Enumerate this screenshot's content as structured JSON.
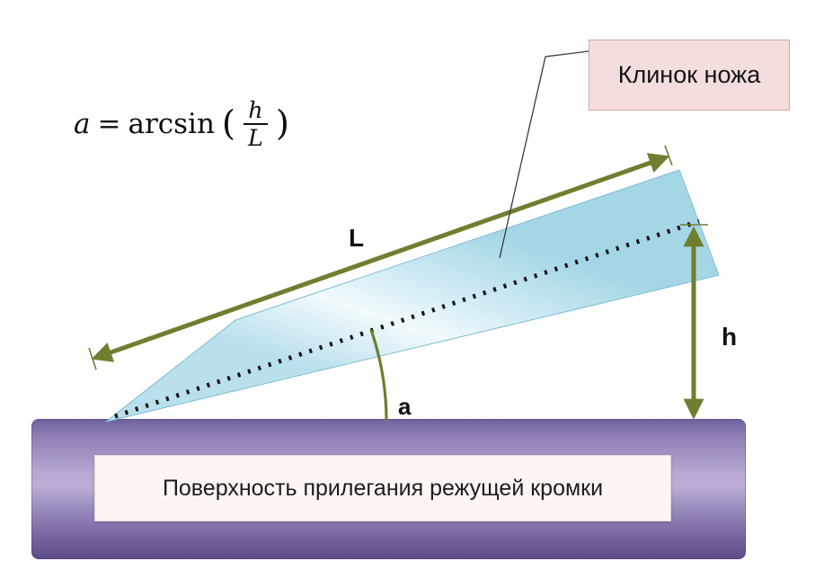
{
  "labels": {
    "blade": "Клинок ножа",
    "surface": "Поверхность прилегания режущей кромки",
    "length": "L",
    "height": "h",
    "angle": "a"
  },
  "formula": {
    "lhs": "a",
    "equals": "=",
    "func": "arcsin",
    "open": "(",
    "numerator": "h",
    "denominator": "L",
    "close": ")"
  },
  "colors": {
    "dimension_arrow": "#6e7f2f",
    "blade_fill_light": "#f2fafc",
    "blade_fill_dark": "#a5d6e6",
    "blade_edge": "#7dbdd3",
    "surface_dark": "#5d4c85",
    "surface_light": "#bcaed6",
    "callout_fill": "#f3dedd",
    "callout_border": "#d6a7a5",
    "dotted_line": "#111111"
  }
}
